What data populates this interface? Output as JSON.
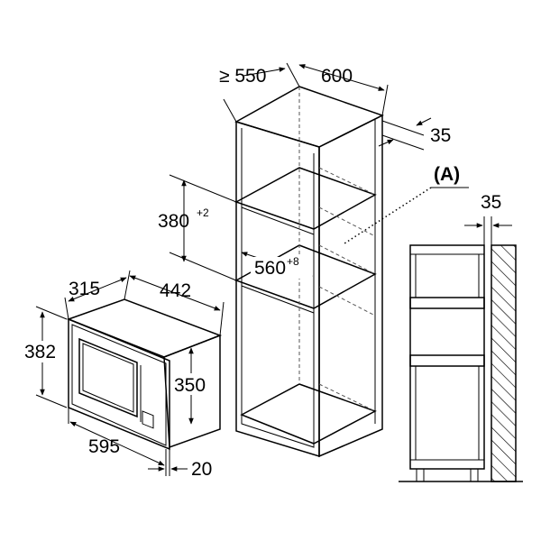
{
  "diagram": {
    "cabinet_depth_label": "≥ 550",
    "cabinet_width_label": "600",
    "back_gap_label": "35",
    "niche_height_label": "380",
    "niche_height_tol": "+2",
    "niche_width_label": "560",
    "niche_width_tol": "+8",
    "detail_marker_label": "(A)",
    "side_detail_gap_label": "35",
    "appliance_depth_label": "315",
    "appliance_width_label": "442",
    "appliance_height_label": "382",
    "body_height_label": "350",
    "frame_width_label": "595",
    "frame_depth_label": "20"
  }
}
